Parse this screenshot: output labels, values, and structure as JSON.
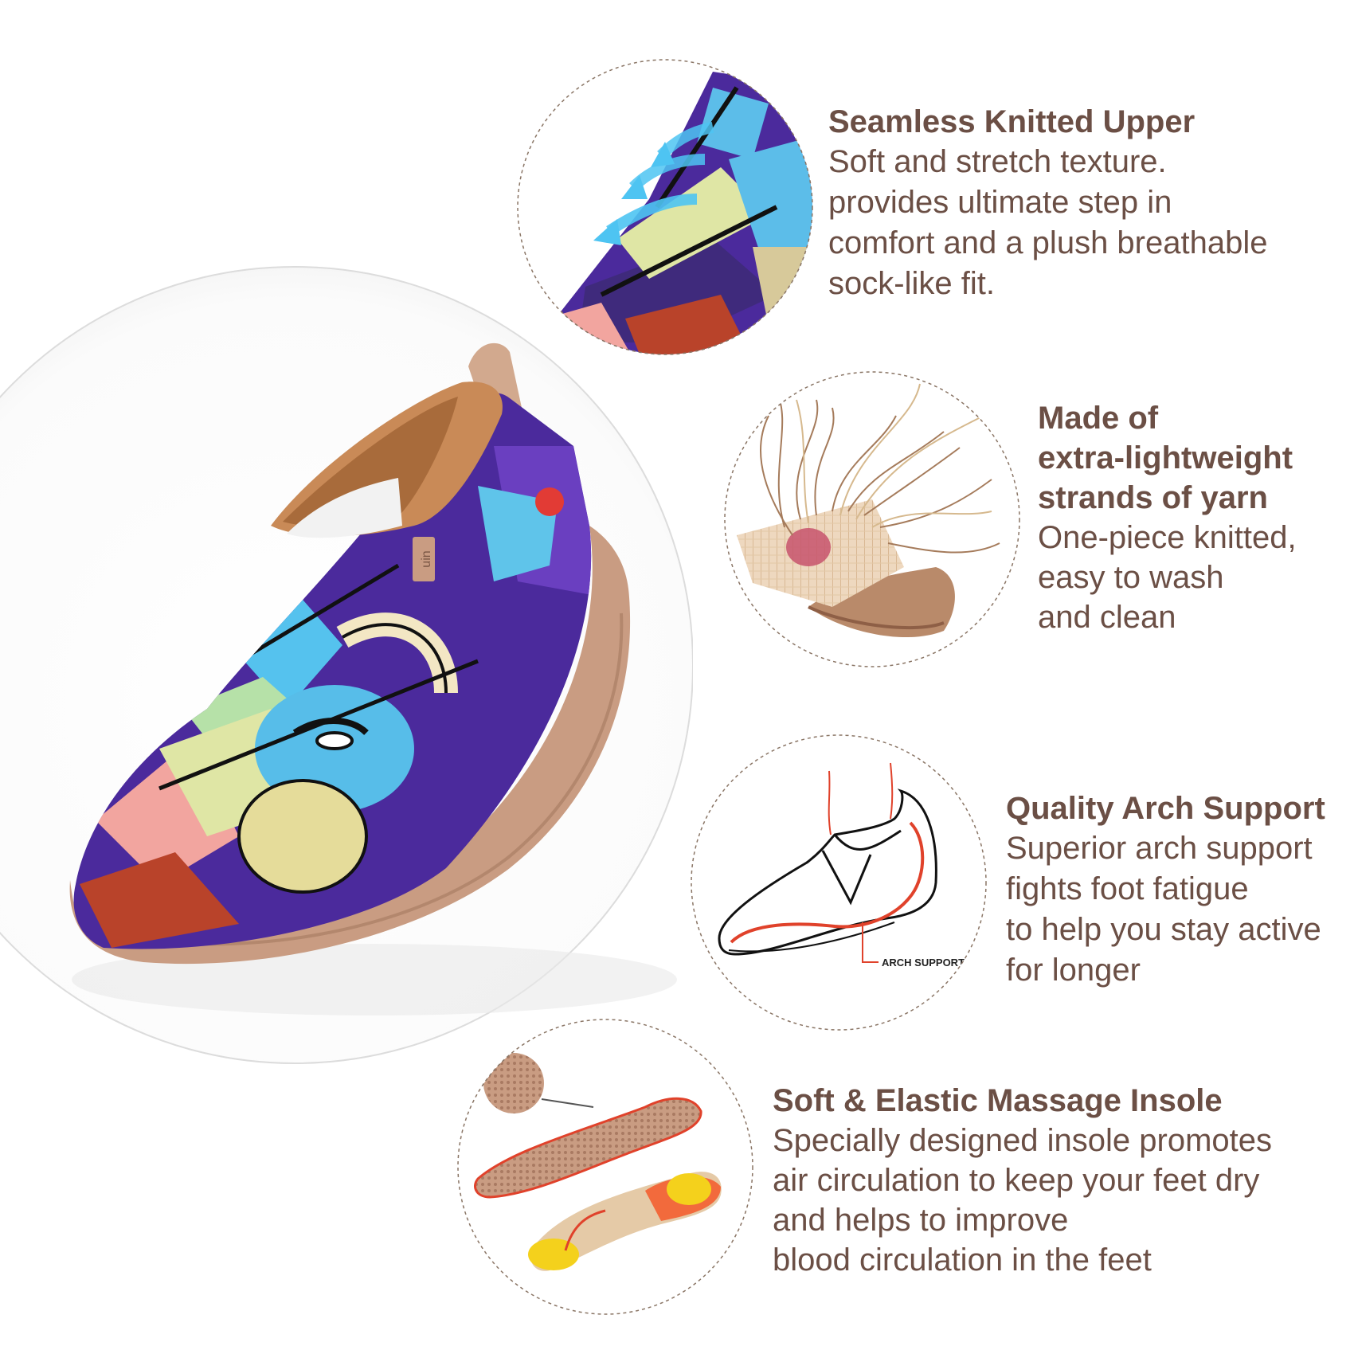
{
  "colors": {
    "text": "#6b4f45",
    "dashed_border": "#8a7565",
    "sole": "#c99c82",
    "shoe_purple": "#4b2a9c",
    "arch_red": "#e0422b",
    "insole_yellow": "#f4d11c"
  },
  "hero": {
    "image_name": "colorful-knit-slip-on-shoe",
    "brand_tab": "uin"
  },
  "features": [
    {
      "title": "Seamless Knitted Upper",
      "description_lines": [
        "Soft and stretch texture.",
        "provides ultimate step in",
        "comfort and a plush breathable",
        "sock-like fit."
      ],
      "icon": "knit-upper-breathable-icon"
    },
    {
      "title_lines": [
        "Made of",
        "extra-lightweight",
        "strands of yarn"
      ],
      "description_lines": [
        "One-piece knitted,",
        "easy to wash",
        "and clean"
      ],
      "icon": "yarn-strands-icon"
    },
    {
      "title": "Quality Arch Support",
      "description_lines": [
        "Superior arch support",
        "fights foot fatigue",
        "to help you stay active",
        "for longer"
      ],
      "icon": "arch-support-diagram-icon",
      "diagram_label": "ARCH SUPPORT"
    },
    {
      "title": "Soft & Elastic Massage Insole",
      "description_lines": [
        "Specially designed insole promotes",
        "air circulation to keep your feet dry",
        "and helps to improve",
        "blood circulation in the feet"
      ],
      "icon": "massage-insole-icon"
    }
  ]
}
